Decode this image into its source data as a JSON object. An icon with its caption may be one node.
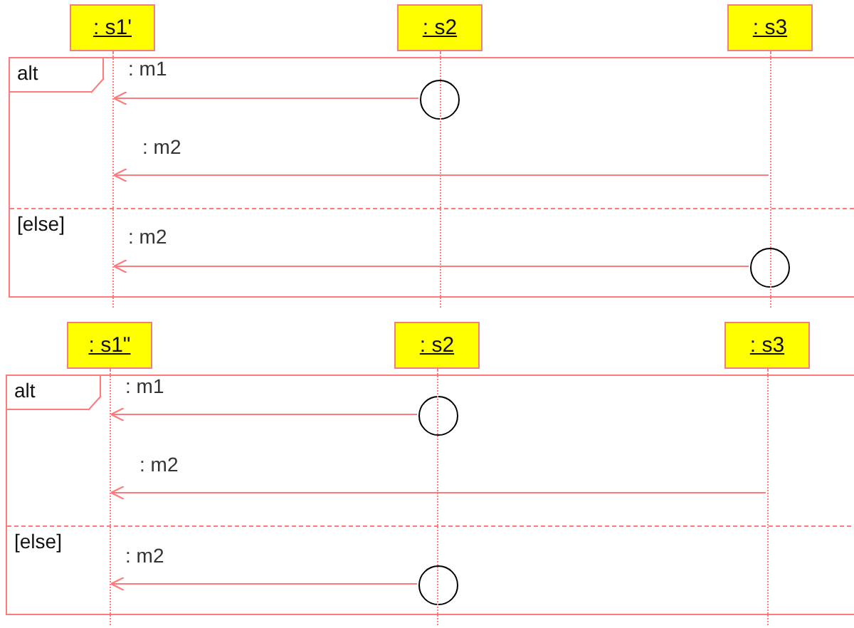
{
  "diagram": {
    "nodes": [
      {
        "text": [
          ": s1'"
        ]
      },
      {
        "text": [
          ": s2"
        ]
      },
      {
        "text": [
          ": s3"
        ]
      },
      {
        "text": [
          "alt",
          "[else]"
        ]
      },
      {
        "text": [],
        "shape": "circle",
        "in": 3
      },
      {
        "text": [],
        "shape": "circle",
        "in": 3
      },
      {
        "text": [],
        "shape": "line"
      },
      {
        "text": [],
        "shape": "line"
      },
      {
        "text": [],
        "shape": "line"
      },
      {
        "text": [
          ": s1\""
        ]
      },
      {
        "text": [
          ": s2"
        ]
      },
      {
        "text": [
          ": s3"
        ]
      },
      {
        "text": [
          "alt",
          "[else]"
        ]
      },
      {
        "text": [],
        "shape": "circle",
        "in": 12
      },
      {
        "text": [],
        "shape": "circle",
        "in": 12
      },
      {
        "text": [],
        "shape": "line"
      },
      {
        "text": [],
        "shape": "line"
      },
      {
        "text": [],
        "shape": "line"
      }
    ],
    "edges": [
      {
        "from": 4,
        "to": 6,
        "label": ": m1",
        "arrow": "to"
      },
      {
        "from": 8,
        "to": 6,
        "label": ": m2",
        "arrow": "to"
      },
      {
        "from": 5,
        "to": 6,
        "label": ": m2",
        "arrow": "to"
      },
      {
        "from": 13,
        "to": 15,
        "label": ": m1",
        "arrow": "to"
      },
      {
        "from": 17,
        "to": 15,
        "label": ": m2",
        "arrow": "to"
      },
      {
        "from": 14,
        "to": 15,
        "label": ": m2",
        "arrow": "to"
      }
    ]
  }
}
